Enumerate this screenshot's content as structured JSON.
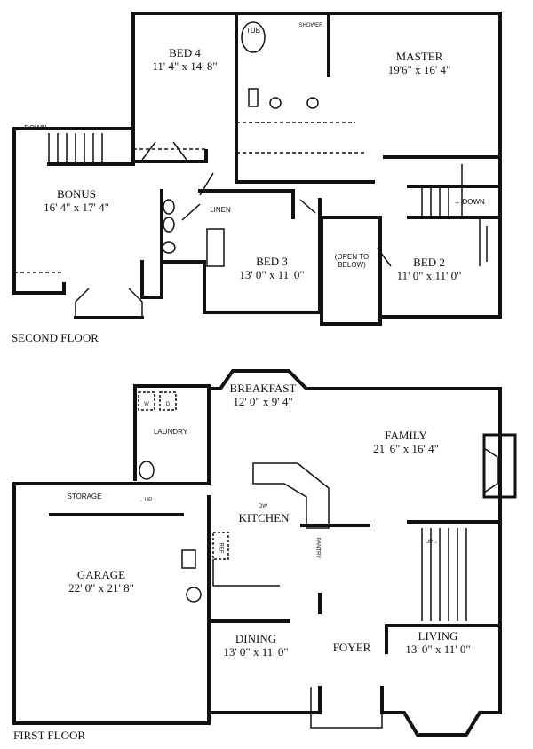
{
  "second_floor": {
    "title": "SECOND FLOOR",
    "rooms": [
      {
        "name": "BED 4",
        "size": "11' 4\"  x 14' 8\""
      },
      {
        "name": "MASTER",
        "size": "19'6\" x 16' 4\""
      },
      {
        "name": "BONUS",
        "size": "16' 4\" x 17' 4\""
      },
      {
        "name": "BED 3",
        "size": "13' 0\" x 11' 0\""
      },
      {
        "name": "BED 2",
        "size": "11' 0\" x 11' 0\""
      }
    ],
    "labels": {
      "tub": "TUB",
      "shower": "SHOWER",
      "linen": "LINEN",
      "open_line1": "(OPEN TO",
      "open_line2": "BELOW)",
      "down_left": "DOWN",
      "down_right": "DOWN"
    }
  },
  "first_floor": {
    "title": "FIRST FLOOR",
    "rooms": [
      {
        "name": "BREAKFAST",
        "size": "12' 0\" x 9' 4\""
      },
      {
        "name": "FAMILY",
        "size": "21' 6\" x 16' 4\""
      },
      {
        "name": "KITCHEN",
        "size": ""
      },
      {
        "name": "GARAGE",
        "size": "22' 0\" x 21' 8\""
      },
      {
        "name": "DINING",
        "size": "13' 0\" x 11' 0\""
      },
      {
        "name": "FOYER",
        "size": ""
      },
      {
        "name": "LIVING",
        "size": "13' 0\" x 11' 0\""
      }
    ],
    "labels": {
      "laundry": "LAUNDRY",
      "storage": "STORAGE",
      "washer": "W",
      "dryer": "D",
      "dishwasher": "DW",
      "pantry": "PANTRY",
      "refrigerator": "REF",
      "up_storage": "UP",
      "up_stair": "UP"
    }
  }
}
